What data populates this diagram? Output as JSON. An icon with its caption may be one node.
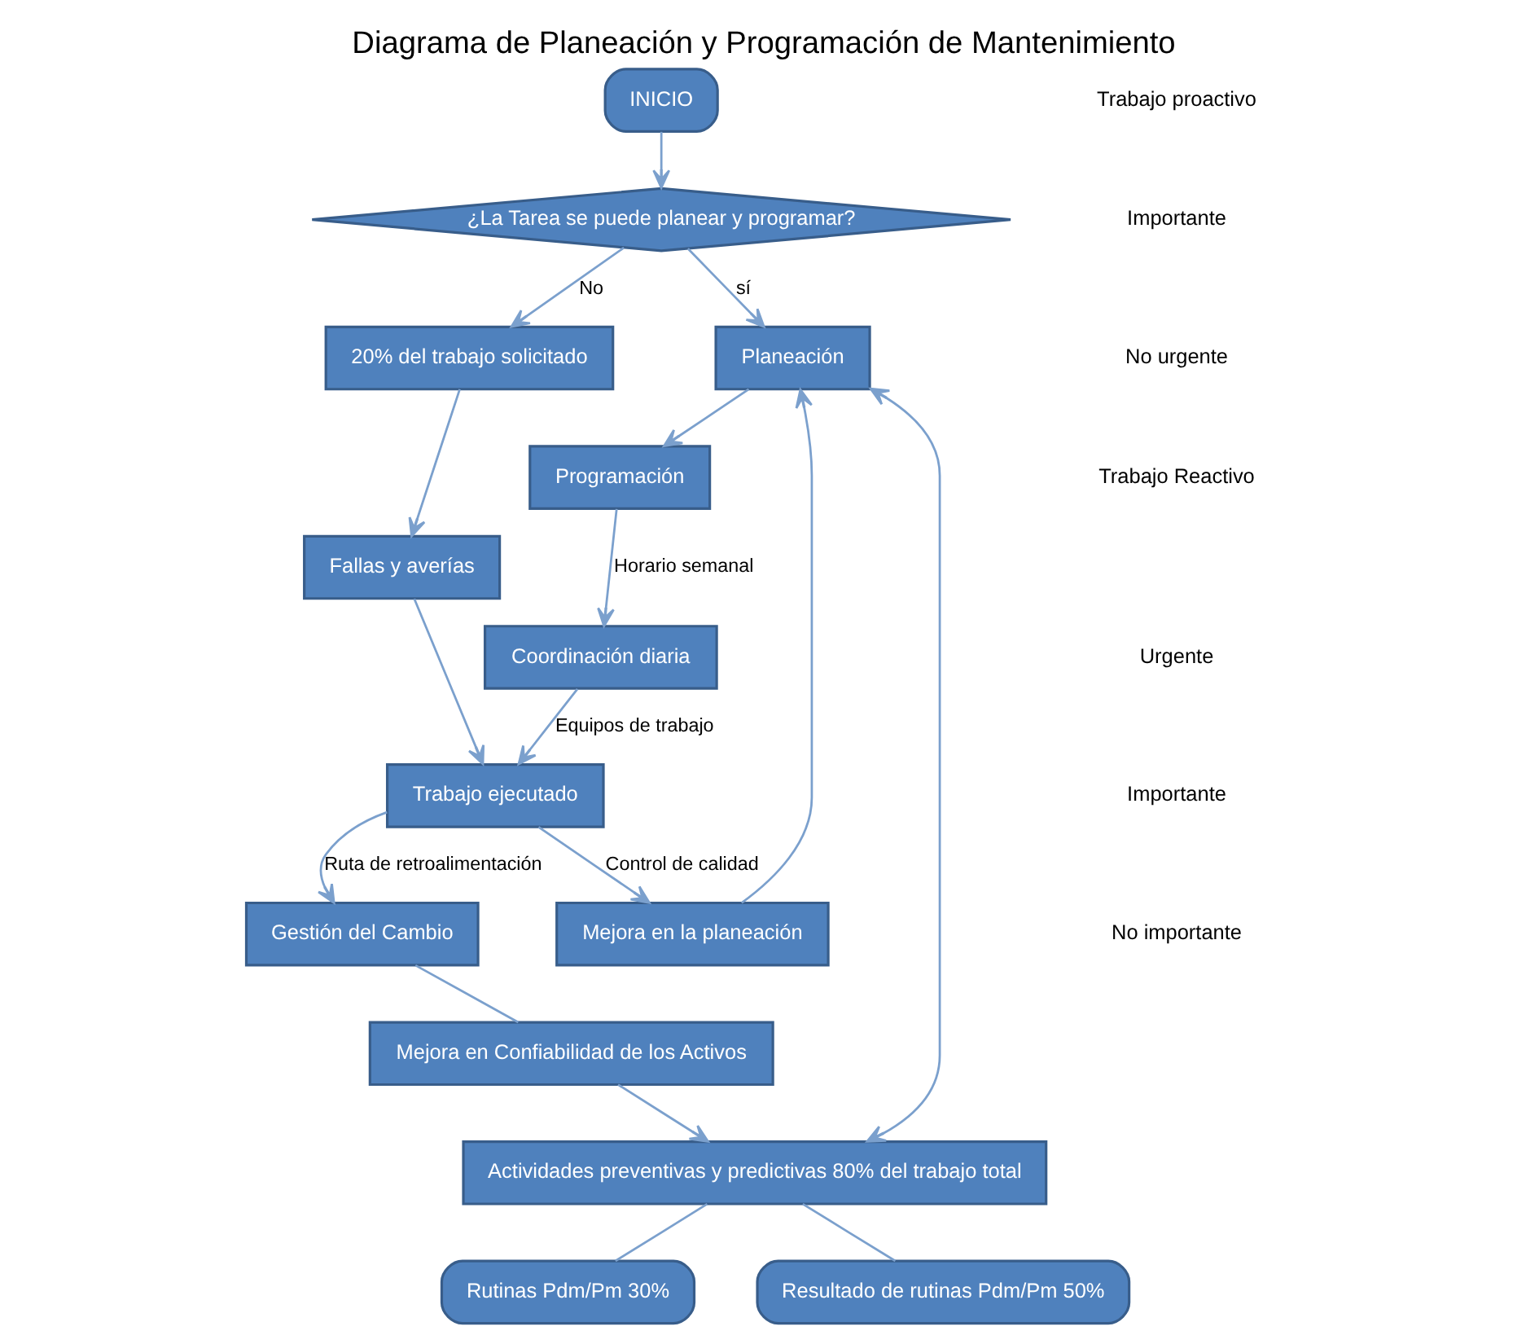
{
  "diagram": {
    "title": "Diagrama de Planeación y Programación de Mantenimiento",
    "nodes": [
      {
        "text": [
          "INICIO"
        ]
      },
      {
        "text": [
          "¿La Tarea se puede planear y programar?"
        ]
      },
      {
        "text": [
          "Actividades preventivas y predictivas 80% del trabajo total"
        ]
      },
      {
        "text": [
          "Rutinas Pdm/Pm 30%"
        ]
      },
      {
        "text": [
          "Resultado de rutinas Pdm/Pm 50%"
        ]
      },
      {
        "text": [
          "Planeación"
        ]
      },
      {
        "text": [
          "Mejora en Confiabilidad de los Activos"
        ]
      },
      {
        "text": [
          "Gestión del Cambio"
        ]
      },
      {
        "text": [
          "20% del trabajo solicitado"
        ]
      },
      {
        "text": [
          "Programación"
        ]
      },
      {
        "text": [
          "Coordinación diaria"
        ]
      },
      {
        "text": [
          "Mejora en la planeación"
        ]
      },
      {
        "text": [
          "Fallas y averías"
        ]
      },
      {
        "text": [
          "Trabajo ejecutado"
        ]
      }
    ],
    "edges": [
      {
        "from": 0,
        "to": 1,
        "arrow": "to"
      },
      {
        "from": 1,
        "to": 5,
        "arrow": "to",
        "label": "sí"
      },
      {
        "from": 1,
        "to": 8,
        "arrow": "to",
        "label": "No"
      },
      {
        "from": 2,
        "to": 3,
        "arrow": "none"
      },
      {
        "from": 2,
        "to": 4,
        "arrow": "none"
      },
      {
        "from": 2,
        "to": 5,
        "arrow": "both"
      },
      {
        "from": 5,
        "to": 9,
        "arrow": "to"
      },
      {
        "from": 9,
        "to": 10,
        "arrow": "to",
        "label": "Horario semanal"
      },
      {
        "from": 10,
        "to": 13,
        "arrow": "to",
        "label": "Equipos de trabajo"
      },
      {
        "from": 8,
        "to": 12,
        "arrow": "to"
      },
      {
        "from": 12,
        "to": 13,
        "arrow": "to"
      },
      {
        "from": 13,
        "to": 11,
        "arrow": "to",
        "label": "Control de calidad"
      },
      {
        "from": 11,
        "to": 5,
        "arrow": "to"
      },
      {
        "from": 13,
        "to": 7,
        "arrow": "to",
        "label": "Ruta de retroalimentación"
      },
      {
        "from": 7,
        "to": 6,
        "arrow": "none"
      },
      {
        "from": 6,
        "to": 2,
        "arrow": "to"
      }
    ],
    "labels": [
      "Trabajo proactivo",
      "Importante",
      "No urgente",
      "Trabajo Reactivo",
      "Urgente",
      "Importante",
      "No importante"
    ]
  }
}
